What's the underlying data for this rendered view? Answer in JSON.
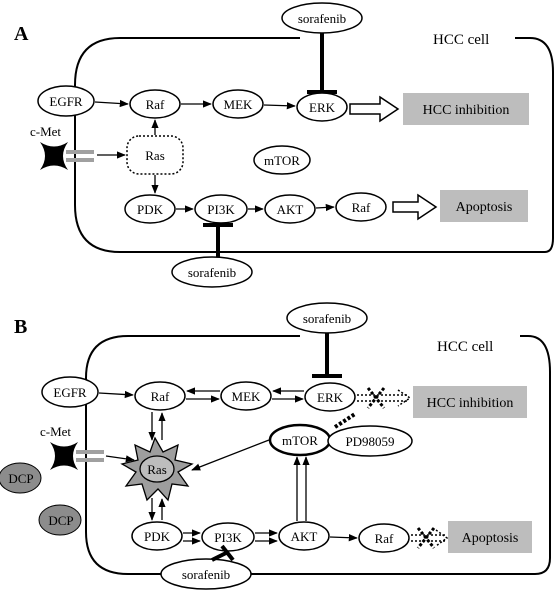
{
  "panel_a": {
    "letter": "A",
    "cell_label": "HCC cell",
    "nodes": {
      "egfr": "EGFR",
      "raf": "Raf",
      "mek": "MEK",
      "erk": "ERK",
      "cmet": "c-Met",
      "ras": "Ras",
      "mtor": "mTOR",
      "pdk": "PDK",
      "pi3k": "PI3K",
      "akt": "AKT",
      "raf2": "Raf"
    },
    "drug_top": "sorafenib",
    "drug_bottom": "sorafenib",
    "outcome_inhibition": "HCC inhibition",
    "outcome_apoptosis": "Apoptosis"
  },
  "panel_b": {
    "letter": "B",
    "cell_label": "HCC cell",
    "nodes": {
      "egfr": "EGFR",
      "raf": "Raf",
      "mek": "MEK",
      "erk": "ERK",
      "cmet": "c-Met",
      "ras": "Ras",
      "mtor": "mTOR",
      "pdk": "PDK",
      "pi3k": "PI3K",
      "akt": "AKT",
      "raf2": "Raf",
      "dcp1": "DCP",
      "dcp2": "DCP"
    },
    "drug_top": "sorafenib",
    "drug_bottom": "sorafenib",
    "inhibitor": "PD98059",
    "outcome_inhibition": "HCC inhibition",
    "outcome_apoptosis": "Apoptosis"
  },
  "colors": {
    "line": "#000000",
    "outcome_box": "#bdbdbd",
    "dcp_fill": "#8c8c8c",
    "ras_star_fill": "#9e9e9e",
    "ras_inner_fill": "#bdbdbd",
    "receptor_gray": "#a0a0a0"
  }
}
